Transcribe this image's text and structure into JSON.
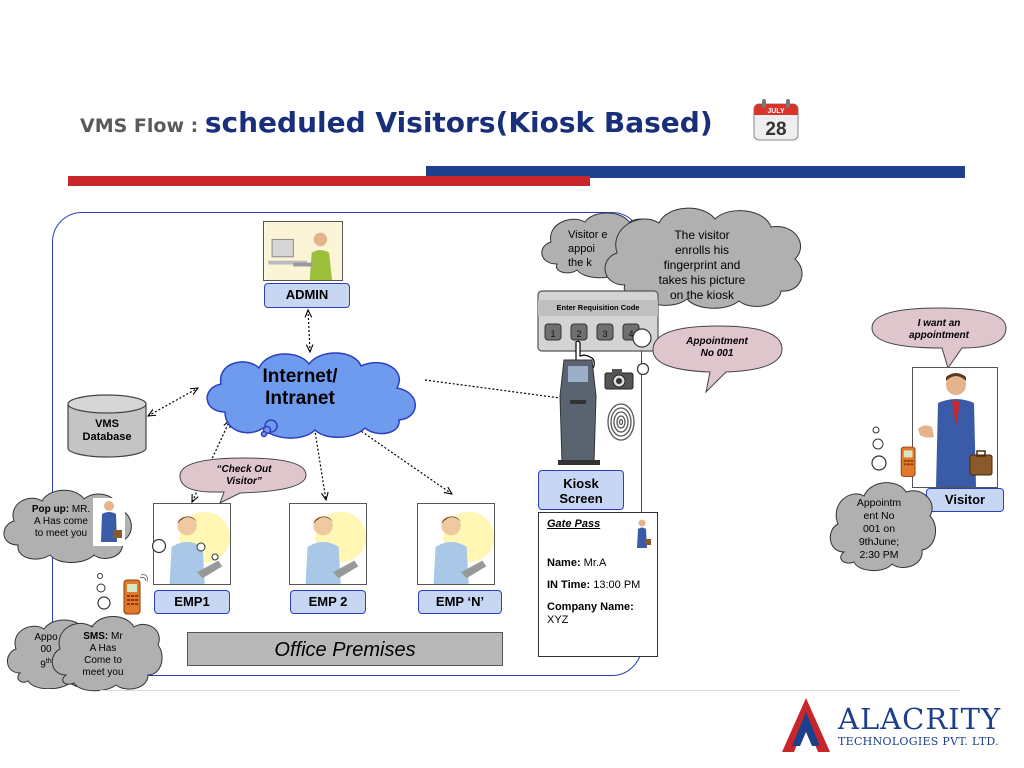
{
  "title": {
    "prefix": "VMS Flow : ",
    "main": "scheduled Visitors(Kiosk Based)",
    "calendar_month": "JULY",
    "calendar_day": "28"
  },
  "nodes": {
    "admin": "ADMIN",
    "internet_line1": "Internet/",
    "internet_line2": "Intranet",
    "vms_db_line1": "VMS",
    "vms_db_line2": "Database",
    "emp1": "EMP1",
    "emp2": "EMP 2",
    "empn": "EMP ‘N’",
    "kiosk_line1": "Kiosk",
    "kiosk_line2": "Screen",
    "visitor": "Visitor",
    "office": "Office Premises"
  },
  "kiosk": {
    "header": "Enter Requisition Code",
    "keys": [
      "1",
      "2",
      "3",
      "4"
    ]
  },
  "callouts": {
    "checkout_line1": "“Check Out",
    "checkout_line2": "Visitor”",
    "appointment_line1": "Appointment",
    "appointment_line2": "No 001",
    "want_line1": "I want an",
    "want_line2": "appointment",
    "back_cloud_line1": "Visitor e",
    "back_cloud_line2": "appoi",
    "back_cloud_line3": "the k",
    "enroll_line1": "The visitor",
    "enroll_line2": "enrolls his",
    "enroll_line3": "fingerprint and",
    "enroll_line4": "takes his picture",
    "enroll_line5": "on the kiosk",
    "popup_bold": "Pop up:",
    "popup_line1_rest": " MR.",
    "popup_line2": "A Has come",
    "popup_line3": "to meet you",
    "visitor_appt_line1": "Appointm",
    "visitor_appt_line2": "ent No",
    "visitor_appt_line3": "001 on",
    "visitor_appt_line4": "9thJune;",
    "visitor_appt_line5": "2:30 PM",
    "back_sms_line1": "Appo",
    "back_sms_line2": "00",
    "back_sms_line3": "9",
    "back_sms_sup": "th",
    "sms_bold": "SMS:",
    "sms_line1_rest": " Mr",
    "sms_line2": "A Has",
    "sms_line3": "Come to",
    "sms_line4": "meet you"
  },
  "gate_pass": {
    "title": "Gate Pass",
    "name_label": "Name:",
    "name_value": " Mr.A",
    "in_time_label": "IN Time:",
    "in_time_value": " 13:00 PM",
    "company_label": "Company Name:",
    "company_value": " XYZ"
  },
  "logo": {
    "name": "ALACRITY",
    "sub": "TECHNOLOGIES PVT. LTD."
  },
  "colors": {
    "title_blue": "#1a2f7a",
    "bar_red": "#c8262b",
    "bar_blue": "#1e3f8c",
    "internet_cloud": "#6f9bef",
    "grey_cloud": "#b0b0b0",
    "pink_callout": "#dfc6cc",
    "label_fill": "#c7d6f3"
  }
}
